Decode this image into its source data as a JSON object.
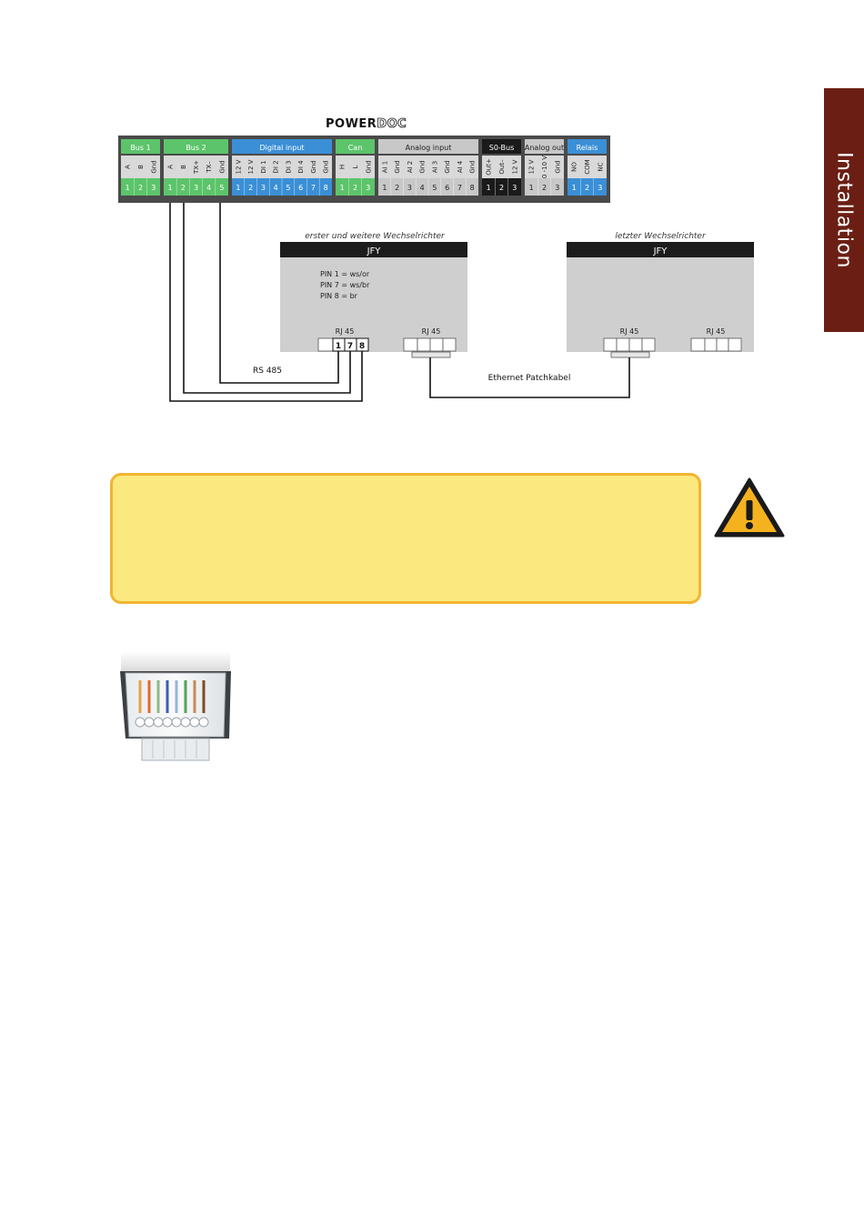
{
  "side_tab": {
    "label": "Installation",
    "color": "#6b1f14"
  },
  "device": {
    "logo_bold": "POWER",
    "logo_outline": "DOC",
    "groups": [
      {
        "title": "Bus 1",
        "color": "#5cc46a",
        "labels": [
          "A",
          "B",
          "Gnd"
        ],
        "pins": [
          "1",
          "2",
          "3"
        ]
      },
      {
        "title": "Bus 2",
        "color": "#5cc46a",
        "labels": [
          "A",
          "B",
          "TX+",
          "TX–",
          "Gnd"
        ],
        "pins": [
          "1",
          "2",
          "3",
          "4",
          "5"
        ]
      },
      {
        "title": "Digital input",
        "color": "#3a8fd6",
        "labels": [
          "12 V",
          "12 V",
          "DI 1",
          "DI 2",
          "DI 3",
          "DI 4",
          "Gnd",
          "Gnd"
        ],
        "pins": [
          "1",
          "2",
          "3",
          "4",
          "5",
          "6",
          "7",
          "8"
        ]
      },
      {
        "title": "Can",
        "color": "#5cc46a",
        "labels": [
          "H",
          "L",
          "Gnd"
        ],
        "pins": [
          "1",
          "2",
          "3"
        ]
      },
      {
        "title": "Analog input",
        "color": "#c8c8c8",
        "labels": [
          "AI 1",
          "Gnd",
          "AI 2",
          "Gnd",
          "AI 3",
          "Gnd",
          "AI 4",
          "Gnd"
        ],
        "pins": [
          "1",
          "2",
          "3",
          "4",
          "5",
          "6",
          "7",
          "8"
        ]
      },
      {
        "title": "S0-Bus",
        "color": "#1a1a1a",
        "labels": [
          "Out+",
          "Out–",
          "12 V"
        ],
        "pins": [
          "1",
          "2",
          "3"
        ]
      },
      {
        "title": "Analog out",
        "color": "#c8c8c8",
        "labels": [
          "12 V",
          "0 -10 V",
          "Gnd"
        ],
        "pins": [
          "1",
          "2",
          "3"
        ]
      },
      {
        "title": "Relais",
        "color": "#3a8fd6",
        "labels": [
          "NO",
          "COM",
          "NC"
        ],
        "pins": [
          "1",
          "2",
          "3"
        ]
      }
    ]
  },
  "inverter_first": {
    "caption": "erster und weitere Wechselrichter",
    "title": "JFY",
    "pin_notes": [
      "PIN 1 = ws/or",
      "PIN 7 = ws/br",
      "PIN 8 = br"
    ],
    "port1_label": "RJ 45",
    "port1_pins": [
      "1",
      "7",
      "8"
    ],
    "port2_label": "RJ 45"
  },
  "inverter_last": {
    "caption": "letzter Wechselrichter",
    "title": "JFY",
    "port1_label": "RJ 45",
    "port2_label": "RJ 45"
  },
  "wiring": {
    "rs485_label": "RS 485",
    "ethernet_label": "Ethernet Patchkabel"
  },
  "warning": {
    "text": "",
    "box_color": "#fbe87e",
    "border_color": "#f3b430",
    "icon": "warning-triangle-icon"
  },
  "photo": {
    "icon": "rj45-plug-icon"
  }
}
